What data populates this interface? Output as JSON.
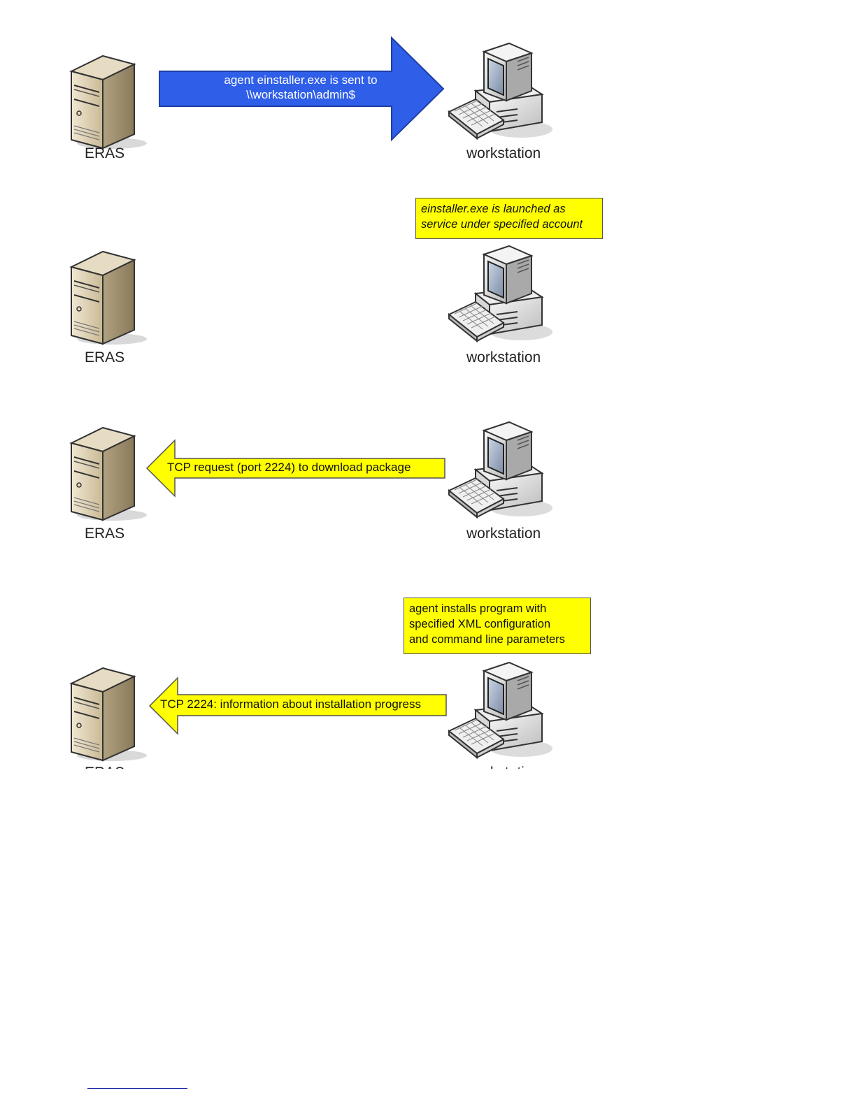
{
  "steps": [
    {
      "server_label": "ERAS",
      "workstation_label": "workstation",
      "arrow_text_line1": "agent einstaller.exe is sent to",
      "arrow_text_line2": "\\\\workstation\\admin$"
    },
    {
      "server_label": "ERAS",
      "workstation_label": "workstation",
      "note_line1": "einstaller.exe is launched as",
      "note_line2": "service under specified account"
    },
    {
      "server_label": "ERAS",
      "workstation_label": "workstation",
      "arrow_text": "TCP request (port 2224) to download package"
    },
    {
      "server_label": "ERAS",
      "workstation_label": "workstation",
      "note_line1": "agent installs program with",
      "note_line2": "specified XML configuration",
      "note_line3": "and command line parameters",
      "arrow_text": "TCP 2224: information about installation progress"
    }
  ],
  "colors": {
    "blue_arrow": "#2f5fe8",
    "yellow": "#ffff00"
  },
  "icons": [
    "server-icon",
    "workstation-icon"
  ]
}
